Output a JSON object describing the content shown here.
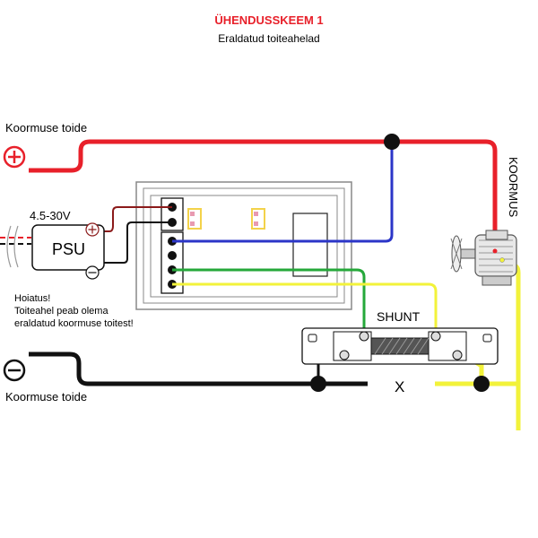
{
  "header": {
    "title": "ÜHENDUSSKEEM 1",
    "subtitle": "Eraldatud toiteahelad"
  },
  "load_supply_top": {
    "label": "Koormuse toide",
    "sign": "+"
  },
  "load_supply_bottom": {
    "label": "Koormuse toide",
    "sign": "−"
  },
  "psu": {
    "label": "PSU",
    "voltage": "4.5-30V",
    "plus": "+",
    "minus": "−"
  },
  "warning": {
    "line1": "Hoiatus!",
    "line2": "Toiteahel peab olema",
    "line3": "eraldatud koormuse toitest!"
  },
  "shunt": {
    "label": "SHUNT"
  },
  "junction": {
    "label": "X"
  },
  "load": {
    "label": "KOORMUS"
  },
  "colors": {
    "red": "#e8202a",
    "blue": "#2b35c8",
    "green": "#25a83a",
    "yellow": "#f2f23a",
    "black": "#111111",
    "dark_red": "#8b1a1a",
    "title_red": "#e8202a"
  }
}
